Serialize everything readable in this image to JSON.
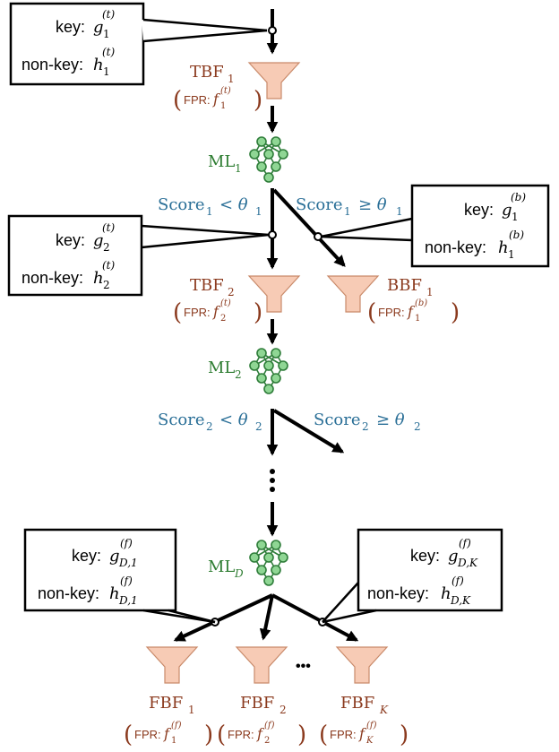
{
  "symbols": {
    "key": "key:",
    "nonkey": "non-key:",
    "fpr": "FPR:",
    "ellipsis_h": "•••"
  },
  "tbf1": {
    "name": "TBF",
    "sub": "1",
    "key_var": "g",
    "key_sub": "1",
    "key_sup": "(t)",
    "nonkey_var": "h",
    "nonkey_sub": "1",
    "nonkey_sup": "(t)",
    "fpr_var": "f",
    "fpr_sub": "1",
    "fpr_sup": "(t)"
  },
  "ml1": {
    "name": "ML",
    "sub": "1"
  },
  "branch1": {
    "left": "Score",
    "left_sub": "1",
    "left_op": "< θ",
    "left_op_sub": "1",
    "right": "Score",
    "right_sub": "1",
    "right_op": "≥ θ",
    "right_op_sub": "1"
  },
  "tbf2": {
    "name": "TBF",
    "sub": "2",
    "key_var": "g",
    "key_sub": "2",
    "key_sup": "(t)",
    "nonkey_var": "h",
    "nonkey_sub": "2",
    "nonkey_sup": "(t)",
    "fpr_var": "f",
    "fpr_sub": "2",
    "fpr_sup": "(t)"
  },
  "bbf1": {
    "name": "BBF",
    "sub": "1",
    "key_var": "g",
    "key_sub": "1",
    "key_sup": "(b)",
    "nonkey_var": "h",
    "nonkey_sub": "1",
    "nonkey_sup": "(b)",
    "fpr_var": "f",
    "fpr_sub": "1",
    "fpr_sup": "(b)"
  },
  "ml2": {
    "name": "ML",
    "sub": "2"
  },
  "branch2": {
    "left": "Score",
    "left_sub": "2",
    "left_op": "< θ",
    "left_op_sub": "2",
    "right": "Score",
    "right_sub": "2",
    "right_op": "≥ θ",
    "right_op_sub": "2"
  },
  "mlD": {
    "name": "ML",
    "sub": "D"
  },
  "final_left": {
    "key_var": "g",
    "key_sub": "D,1",
    "key_sup": "(f)",
    "nonkey_var": "h",
    "nonkey_sub": "D,1",
    "nonkey_sup": "(f)"
  },
  "final_right": {
    "key_var": "g",
    "key_sub": "D,K",
    "key_sup": "(f)",
    "nonkey_var": "h",
    "nonkey_sub": "D,K",
    "nonkey_sup": "(f)"
  },
  "fbf1": {
    "name": "FBF",
    "sub": "1",
    "fpr_var": "f",
    "fpr_sub": "1",
    "fpr_sup": "(f)"
  },
  "fbf2": {
    "name": "FBF",
    "sub": "2",
    "fpr_var": "f",
    "fpr_sub": "2",
    "fpr_sup": "(f)"
  },
  "fbfK": {
    "name": "FBF",
    "sub": "K",
    "fpr_var": "f",
    "fpr_sub": "K",
    "fpr_sup": "(f)"
  }
}
